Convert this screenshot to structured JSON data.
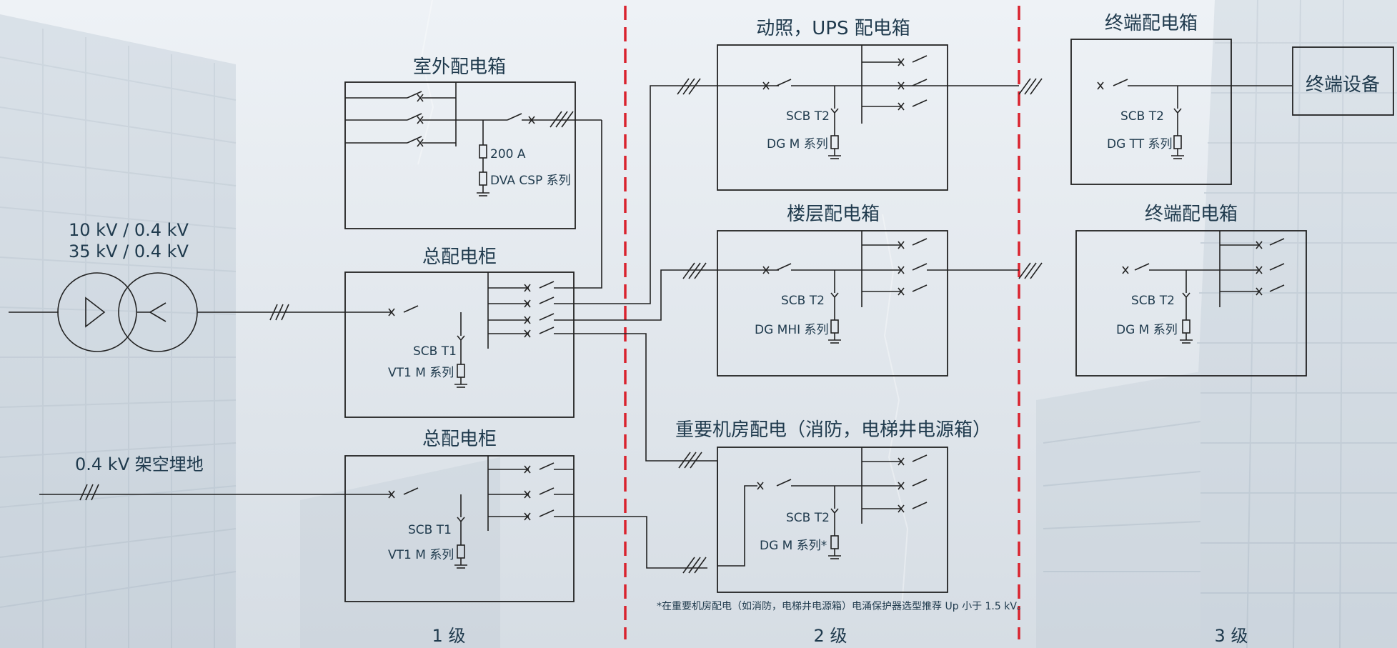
{
  "colors": {
    "divider": "#d9232e",
    "text": "#1f3a4d",
    "line": "#222222"
  },
  "transformer": {
    "line1": "10 kV / 0.4 kV",
    "line2": "35 kV / 0.4 kV"
  },
  "feeder2_label": "0.4 kV 架空埋地",
  "outdoor_box": {
    "title": "室外配电箱",
    "fuse": "200 A",
    "spd": "DVA CSP 系列"
  },
  "main_panel_1": {
    "title": "总配电柜",
    "spd_class": "SCB T1",
    "spd": "VT1 M 系列"
  },
  "main_panel_2": {
    "title": "总配电柜",
    "spd_class": "SCB T1",
    "spd": "VT1 M 系列"
  },
  "ups_box": {
    "title": "动照，UPS 配电箱",
    "spd_class": "SCB T2",
    "spd": "DG M 系列"
  },
  "floor_box": {
    "title": "楼层配电箱",
    "spd_class": "SCB T2",
    "spd": "DG MHI 系列"
  },
  "key_room_box": {
    "title": "重要机房配电（消防，电梯井电源箱）",
    "spd_class": "SCB T2",
    "spd": "DG M 系列*"
  },
  "terminal_box_1": {
    "title": "终端配电箱",
    "spd_class": "SCB T2",
    "spd": "DG TT 系列"
  },
  "terminal_box_2": {
    "title": "终端配电箱",
    "spd_class": "SCB T2",
    "spd": "DG M 系列"
  },
  "terminal_device": "终端设备",
  "footnote": "*在重要机房配电（如消防，电梯井电源箱）电涌保护器选型推荐 Up 小于 1.5 kV。",
  "levels": [
    "1 级",
    "2 级",
    "3 级"
  ]
}
